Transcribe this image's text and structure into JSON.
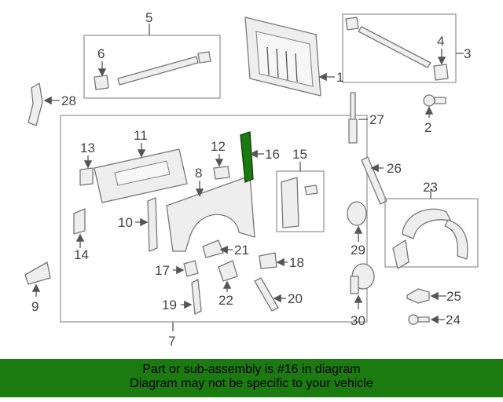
{
  "diagram": {
    "highlighted_part": "16",
    "highlight_color": "#1b7a10",
    "callouts": {
      "c1": "1",
      "c2": "2",
      "c3": "3",
      "c4": "4",
      "c5": "5",
      "c6": "6",
      "c7": "7",
      "c8": "8",
      "c9": "9",
      "c10": "10",
      "c11": "11",
      "c12": "12",
      "c13": "13",
      "c14": "14",
      "c15": "15",
      "c16": "16",
      "c17": "17",
      "c18": "18",
      "c19": "19",
      "c20": "20",
      "c21": "21",
      "c22": "22",
      "c23": "23",
      "c24": "24",
      "c25": "25",
      "c26": "26",
      "c27": "27",
      "c28": "28",
      "c29": "29",
      "c30": "30"
    }
  },
  "banner": {
    "line1": "Part or sub-assembly is #16 in diagram",
    "line2": "Diagram may not be specific to your vehicle",
    "background": "#1b7a10"
  }
}
